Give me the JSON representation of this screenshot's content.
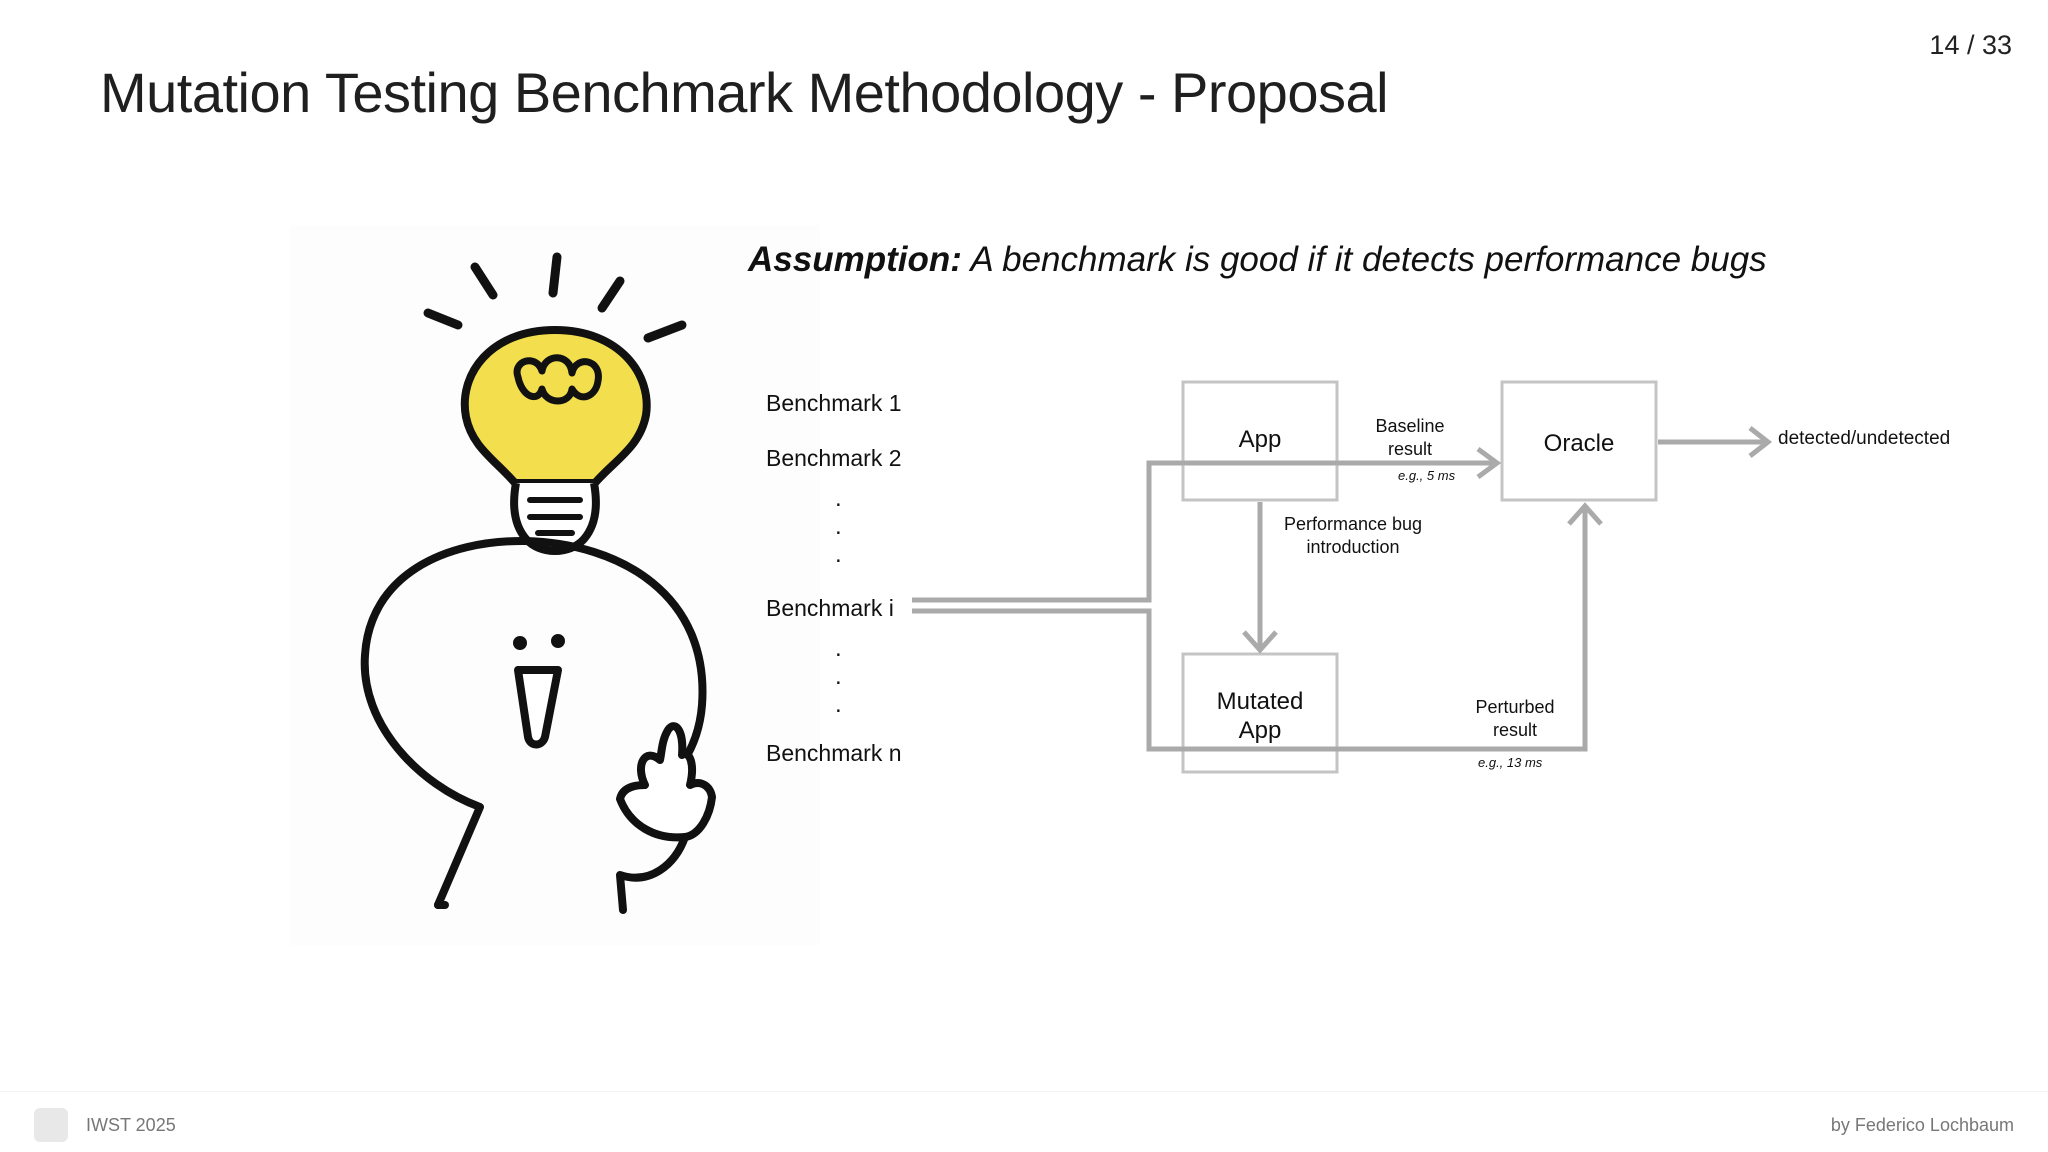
{
  "page_number": "14 / 33",
  "title": "Mutation Testing Benchmark Methodology - Proposal",
  "assumption": {
    "label": "Assumption:",
    "text": "A benchmark is good if it detects performance bugs"
  },
  "benchmarks": [
    "Benchmark 1",
    "Benchmark 2",
    "Benchmark i",
    "Benchmark n"
  ],
  "dots": [
    ".",
    ".",
    ".",
    ".",
    ".",
    "."
  ],
  "diagram": {
    "app": "App",
    "mutated_app_line1": "Mutated",
    "mutated_app_line2": "App",
    "oracle": "Oracle",
    "output": "detected/undetected",
    "baseline_line1": "Baseline",
    "baseline_line2": "result",
    "baseline_example": "e.g., 5 ms",
    "bug_line1": "Performance bug",
    "bug_line2": "introduction",
    "perturbed_line1": "Perturbed",
    "perturbed_line2": "result",
    "perturbed_example": "e.g., 13 ms",
    "line_color": "#aaaaaa",
    "box_color": "#c4c4c4"
  },
  "illustration": {
    "bulb_color": "#f3df4e",
    "icons": [
      "lightbulb-icon",
      "thinking-character-icon"
    ]
  },
  "footer": {
    "left": "IWST 2025",
    "right": "by Federico Lochbaum"
  }
}
